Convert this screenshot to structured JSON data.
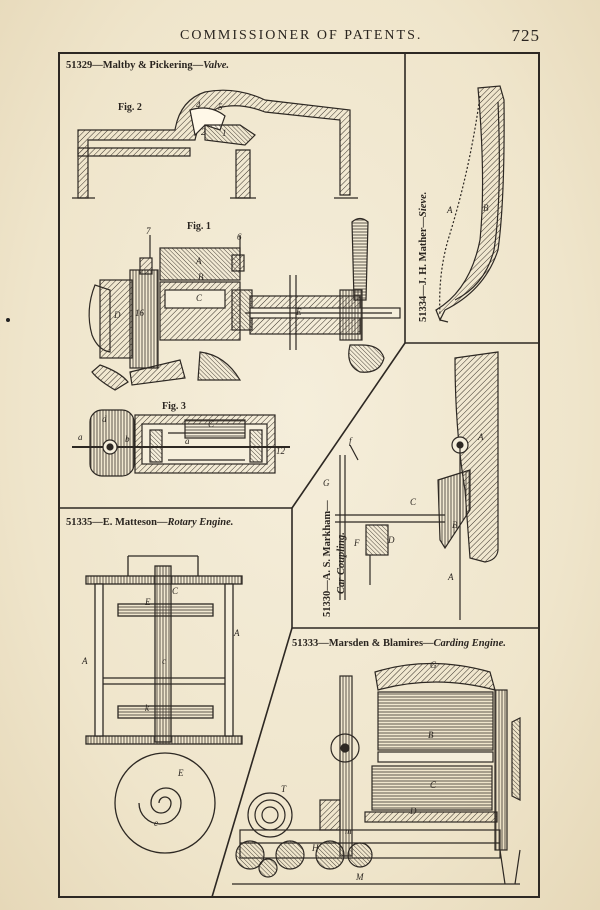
{
  "header": {
    "title": "COMMISSIONER OF PATENTS.",
    "page_number": "725"
  },
  "patents": [
    {
      "number": "51329",
      "inventors": "—Maltby & Pickering—",
      "title": "Valve.",
      "figures": [
        "Fig. 2",
        "Fig. 1",
        "Fig. 3"
      ],
      "labels": [
        "4",
        "5",
        "2",
        "1",
        "7",
        "6",
        "A",
        "B",
        "C",
        "D",
        "16",
        "E",
        "d",
        "a",
        "b",
        "a",
        "C",
        "12"
      ]
    },
    {
      "number": "51334",
      "inventors": "—J. H. Mather—",
      "title": "Sieve.",
      "labels": [
        "A",
        "B"
      ]
    },
    {
      "number": "51335",
      "inventors": "—E. Matteson—",
      "title": "Rotary Engine.",
      "labels": [
        "C",
        "E",
        "A",
        "A",
        "c",
        "k",
        "E",
        "e"
      ]
    },
    {
      "number": "51330",
      "inventors": "—A. S. Markham—",
      "title": "Car Coupling.",
      "labels": [
        "f",
        "G",
        "A",
        "C",
        "F",
        "D",
        "B",
        "A"
      ]
    },
    {
      "number": "51333",
      "inventors": "—Marsden & Blamires—",
      "title": "Carding Engine.",
      "labels": [
        "G",
        "B",
        "C",
        "D",
        "T",
        "m",
        "H",
        "M"
      ]
    }
  ]
}
